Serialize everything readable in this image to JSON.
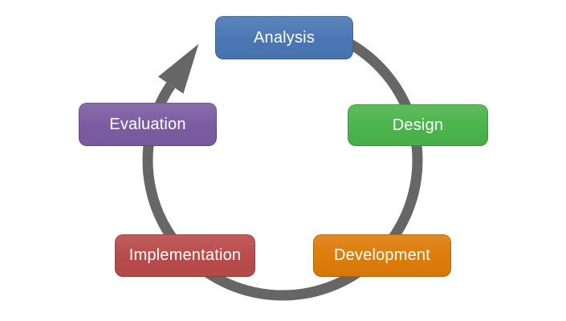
{
  "diagram": {
    "kind": "cycle-diagram",
    "arrow_color": "#666666",
    "label_color": "#ffffff",
    "steps": [
      {
        "id": "analysis",
        "label": "Analysis",
        "color": "#4A77B4"
      },
      {
        "id": "design",
        "label": "Design",
        "color": "#4BB44B"
      },
      {
        "id": "development",
        "label": "Development",
        "color": "#DD7C0B"
      },
      {
        "id": "implementation",
        "label": "Implementation",
        "color": "#B94B4B"
      },
      {
        "id": "evaluation",
        "label": "Evaluation",
        "color": "#7B5CA2"
      }
    ]
  }
}
